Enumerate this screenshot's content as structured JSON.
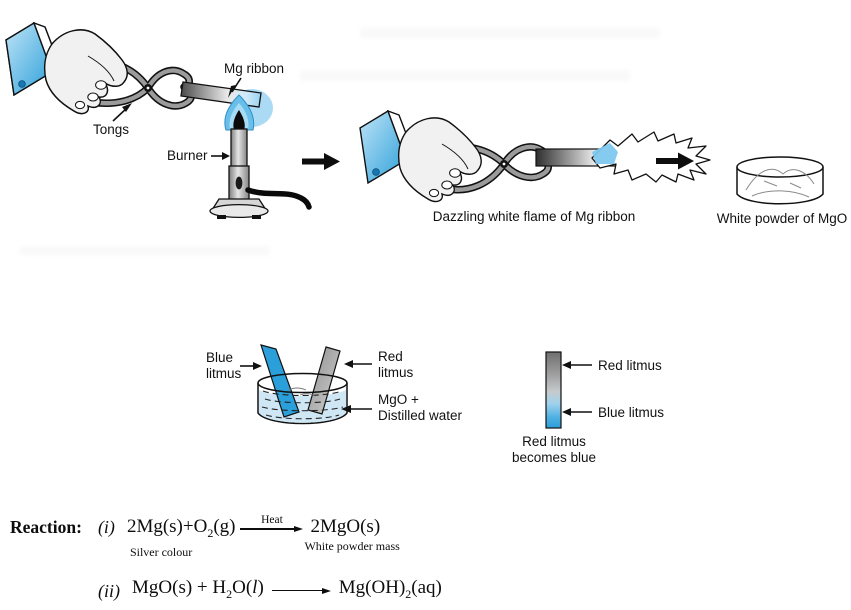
{
  "palette": {
    "litmus_blue": "#2B9FD9",
    "glow_blue": "#7EC8EF",
    "water_blue": "#CFE7F4",
    "metal_gray": "#9B9B9B",
    "ink": "#111111"
  },
  "scene_burning": {
    "label_mg_ribbon": "Mg ribbon",
    "label_tongs": "Tongs",
    "label_burner": "Burner"
  },
  "scene_flame": {
    "caption": "Dazzling white flame of Mg ribbon"
  },
  "scene_powder": {
    "caption": "White powder of MgO"
  },
  "scene_litmus_dish": {
    "label_blue_litmus": "Blue\nlitmus",
    "label_red_litmus": "Red\nlitmus",
    "label_solution": "MgO +\nDistilled water"
  },
  "scene_litmus_strip": {
    "label_red_litmus": "Red litmus",
    "label_blue_litmus": "Blue litmus",
    "caption": "Red litmus\nbecomes blue"
  },
  "reactions": {
    "heading": "Reaction:",
    "eq1": {
      "number": "(i)",
      "lhs_a": "2Mg(s)+O",
      "lhs_sub": "2",
      "lhs_b": "(g)",
      "arrow_label": "Heat",
      "rhs": "2MgO(s)",
      "lhs_note": "Silver colour",
      "rhs_note": "White powder mass"
    },
    "eq2": {
      "number": "(ii)",
      "lhs_a": "MgO(s) + H",
      "lhs_sub": "2",
      "lhs_b": "O(",
      "lhs_italic": "l",
      "lhs_c": ")",
      "rhs_a": "Mg(OH)",
      "rhs_sub": "2",
      "rhs_b": "(aq)"
    }
  }
}
